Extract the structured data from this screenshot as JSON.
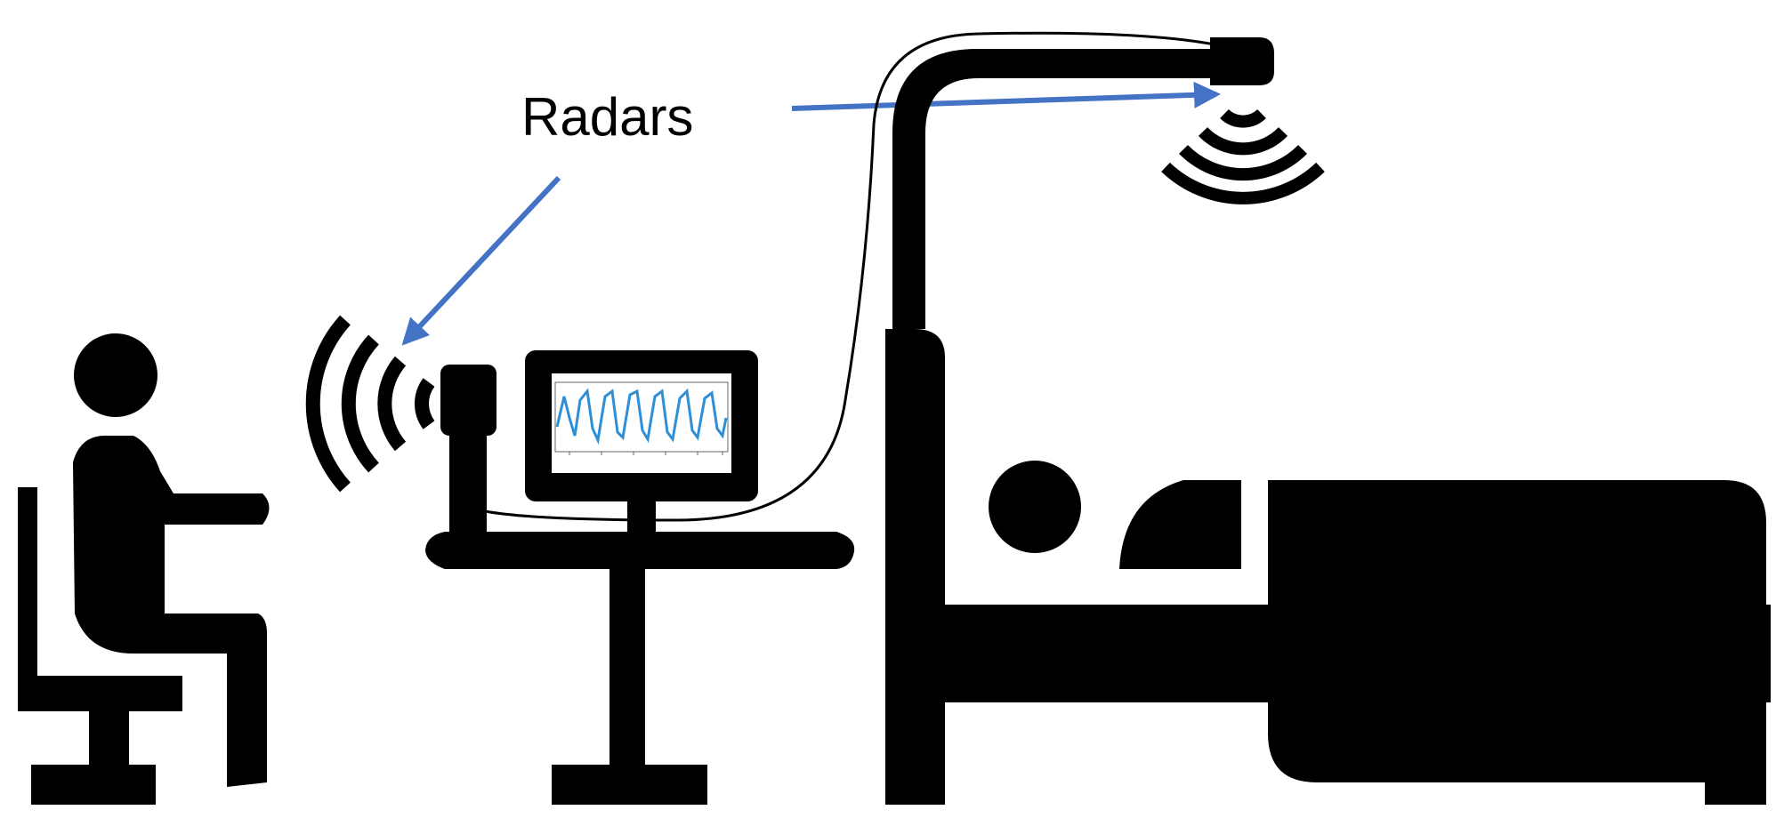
{
  "diagram": {
    "label": "Radars",
    "colors": {
      "ink": "#000000",
      "arrow": "#4472c4",
      "waveform": "#2e8fd6",
      "background": "#ffffff"
    },
    "elements": [
      "seated-person",
      "chair",
      "desk",
      "desk-radar",
      "monitor",
      "waveform",
      "bed",
      "lying-person",
      "overhead-arm",
      "ceiling-radar",
      "cable"
    ]
  }
}
